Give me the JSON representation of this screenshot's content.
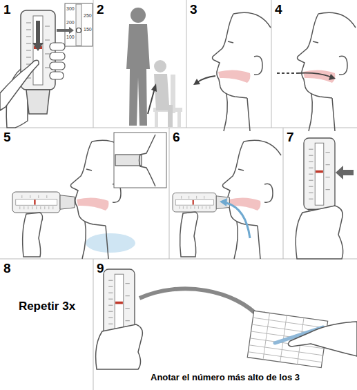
{
  "diagram": {
    "nodes": [
      {
        "text": [
          "1"
        ]
      },
      {
        "text": [
          "2"
        ]
      },
      {
        "text": [
          "3"
        ]
      },
      {
        "text": [
          "4"
        ]
      },
      {
        "text": [
          "5"
        ]
      },
      {
        "text": [
          "6"
        ]
      },
      {
        "text": [
          "7"
        ]
      },
      {
        "text": [
          "8",
          "Repetir 3x"
        ]
      },
      {
        "text": [
          "9",
          "Anotar el número más alto de los 3"
        ]
      }
    ],
    "labels": [
      "300",
      "250",
      "200",
      "150",
      "100"
    ]
  }
}
